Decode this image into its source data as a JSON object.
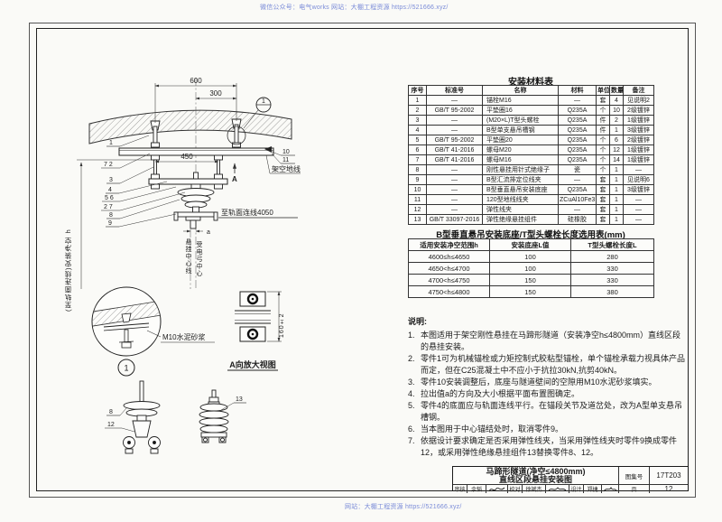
{
  "watermarks": {
    "top": "微信公众号：电气works  网站：大棚工程资源 https://521666.xyz/",
    "bottom": "网站：大棚工程资源 https://521666.xyz/"
  },
  "drawing": {
    "dim_600": "600",
    "dim_300": "300",
    "dim_450": "450",
    "dim_160": "160±2",
    "dim_a": "a",
    "clearance": "(至轨面连线)安装净空 h",
    "ground_wire": "架空地线",
    "rail_4050": "至轨面连线4050",
    "center_hang": "悬挂中心线",
    "center_pant": "受电弓中心",
    "mortar": "M10水泥砂浆",
    "enlarge_title": "A向放大视图",
    "section_a": "A",
    "callout_1": "1",
    "detail_num": "1",
    "left_labels": [
      "1",
      "7 2",
      "3",
      "4",
      "5 6",
      "2 7",
      "8",
      "9"
    ],
    "right_labels": [
      "10",
      "11"
    ],
    "ins_label_8": "8",
    "ins_label_12": "12",
    "ins_label_13": "13"
  },
  "materials_table": {
    "title": "安装材料表",
    "headers": [
      "序号",
      "标准号",
      "名称",
      "材料",
      "单位",
      "数量",
      "备注"
    ],
    "rows": [
      [
        "1",
        "—",
        "锚栓M16",
        "—",
        "套",
        "4",
        "见说明2"
      ],
      [
        "2",
        "GB/T 95-2002",
        "平垫圈16",
        "Q235A",
        "个",
        "10",
        "2级镀锌"
      ],
      [
        "3",
        "—",
        "(M20×L)T型头螺栓",
        "Q235A",
        "件",
        "2",
        "1级镀锌"
      ],
      [
        "4",
        "—",
        "B型单支悬吊槽钢",
        "Q235A",
        "件",
        "1",
        "3级镀锌"
      ],
      [
        "5",
        "GB/T 95-2002",
        "平垫圈20",
        "Q235A",
        "个",
        "6",
        "2级镀锌"
      ],
      [
        "6",
        "GB/T 41-2016",
        "螺母M20",
        "Q235A",
        "个",
        "12",
        "1级镀锌"
      ],
      [
        "7",
        "GB/T 41-2016",
        "螺母M16",
        "Q235A",
        "个",
        "14",
        "1级镀锌"
      ],
      [
        "8",
        "—",
        "刚性悬挂用针式绝缘子",
        "瓷",
        "个",
        "1",
        "—"
      ],
      [
        "9",
        "—",
        "B型汇流排定位线夹",
        "—",
        "套",
        "1",
        "见说明6"
      ],
      [
        "10",
        "—",
        "B型垂直悬吊安装底座",
        "Q235A",
        "套",
        "1",
        "3级镀锌"
      ],
      [
        "11",
        "—",
        "120型地线线夹",
        "ZCuAl10Fe3",
        "套",
        "1",
        "—"
      ],
      [
        "12",
        "—",
        "弹性线夹",
        "—",
        "套",
        "1",
        "—"
      ],
      [
        "13",
        "GB/T 33097-2016",
        "弹性绝缘悬挂组件",
        "硅橡胶",
        "套",
        "1",
        "—"
      ]
    ]
  },
  "length_table": {
    "title": "B型垂直悬吊安装底座/T型头螺栓长度选用表(mm)",
    "headers": [
      "适用安装净空范围h",
      "安装底座L值",
      "T型头螺栓长度L"
    ],
    "rows": [
      [
        "4600≤h≤4650",
        "100",
        "280"
      ],
      [
        "4650<h≤4700",
        "100",
        "330"
      ],
      [
        "4700<h≤4750",
        "150",
        "330"
      ],
      [
        "4750<h≤4800",
        "150",
        "380"
      ]
    ]
  },
  "notes": {
    "title": "说明:",
    "items": [
      "本图适用于架空刚性悬挂在马蹄形隧道（安装净空h≤4800mm）直线区段的悬挂安装。",
      "零件1可为机械锚栓或力矩控制式胶粘型锚栓，单个锚栓承载力视具体产品而定，但在C25混凝土中不应小于抗拉30kN,抗剪40kN。",
      "零件10安装调整后，底座与隧道壁间的空隙用M10水泥砂浆填实。",
      "拉出值a的方向及大小根据平面布置图确定。",
      "零件4的底面应与轨面连线平行。在锚段关节及道岔处，改为A型单支悬吊槽钢。",
      "当本图用于中心锚结处时，取消零件9。",
      "依据设计要求确定是否采用弹性线夹，当采用弹性线夹时零件9换成零件12，或采用弹性绝缘悬挂组件13替换零件8、12。"
    ]
  },
  "title_block": {
    "title_line1": "马蹄形隧道(净空≤4800mm)",
    "title_line2": "直线区段悬挂安装图",
    "atlas_label": "图集号",
    "atlas_no": "17T203",
    "review_label": "审核",
    "reviewer": "余韬",
    "check_label": "校对",
    "checker": "徐斌杰",
    "design_label": "设计",
    "designer": "郑捷",
    "page_label": "页",
    "page_no": "12"
  }
}
